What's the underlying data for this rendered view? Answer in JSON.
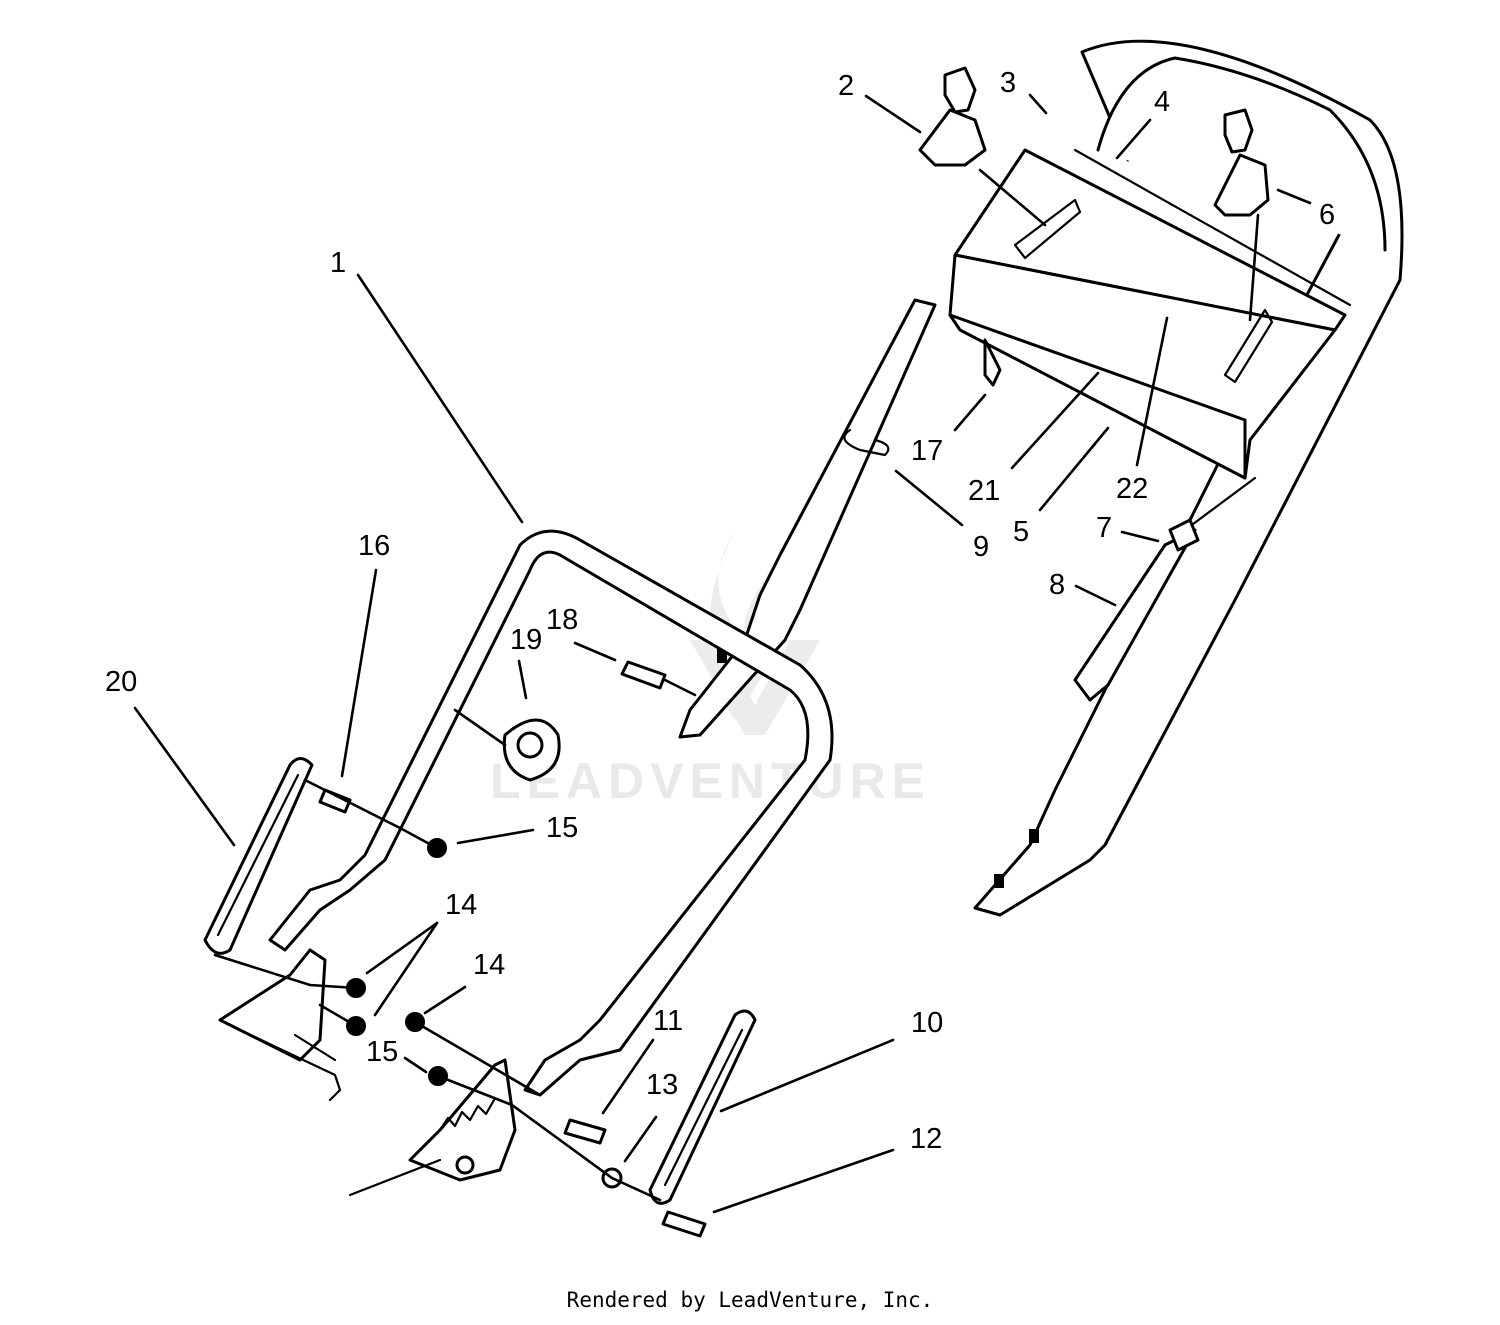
{
  "watermark": {
    "brand": "LEADVENTURE"
  },
  "callouts": {
    "c1": "1",
    "c2": "2",
    "c3": "3",
    "c4": "4",
    "c5": "5",
    "c6": "6",
    "c7": "7",
    "c8": "8",
    "c9": "9",
    "c10": "10",
    "c11": "11",
    "c12": "12",
    "c13": "13",
    "c14a": "14",
    "c14b": "14",
    "c15a": "15",
    "c15b": "15",
    "c16": "16",
    "c17": "17",
    "c18": "18",
    "c19": "19",
    "c20": "20",
    "c21": "21",
    "c22": "22"
  },
  "footer": {
    "credit": "Rendered by LeadVenture, Inc."
  }
}
